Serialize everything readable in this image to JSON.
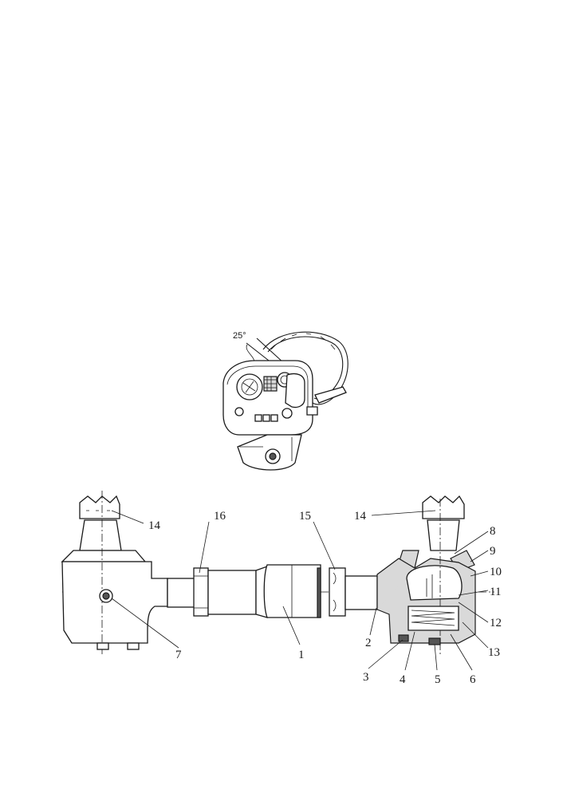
{
  "figure_top": {
    "angle_label": "25°"
  },
  "figure_bottom": {
    "callouts": [
      {
        "id": "c14a",
        "text": "14"
      },
      {
        "id": "c16",
        "text": "16"
      },
      {
        "id": "c15",
        "text": "15"
      },
      {
        "id": "c14b",
        "text": "14"
      },
      {
        "id": "c8",
        "text": "8"
      },
      {
        "id": "c9",
        "text": "9"
      },
      {
        "id": "c10",
        "text": "10"
      },
      {
        "id": "c11",
        "text": "11"
      },
      {
        "id": "c12",
        "text": "12"
      },
      {
        "id": "c13",
        "text": "13"
      },
      {
        "id": "c7",
        "text": "7"
      },
      {
        "id": "c1",
        "text": "1"
      },
      {
        "id": "c2",
        "text": "2"
      },
      {
        "id": "c3",
        "text": "3"
      },
      {
        "id": "c4",
        "text": "4"
      },
      {
        "id": "c5",
        "text": "5"
      },
      {
        "id": "c6",
        "text": "6"
      }
    ]
  }
}
